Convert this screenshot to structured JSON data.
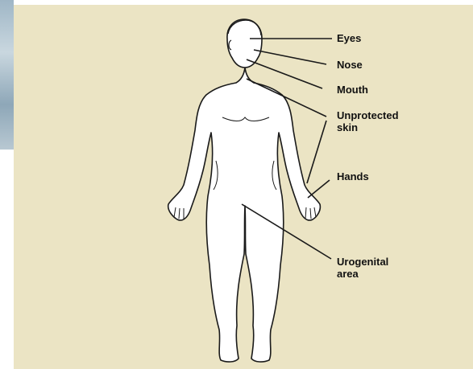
{
  "diagram": {
    "labels": {
      "eyes": "Eyes",
      "nose": "Nose",
      "mouth": "Mouth",
      "skin": "Unprotected\nskin",
      "hands": "Hands",
      "urogenital": "Urogenital\narea"
    },
    "colors": {
      "background": "#ebe4c4",
      "body_fill": "#ffffff",
      "outline": "#1a1a1a"
    }
  }
}
